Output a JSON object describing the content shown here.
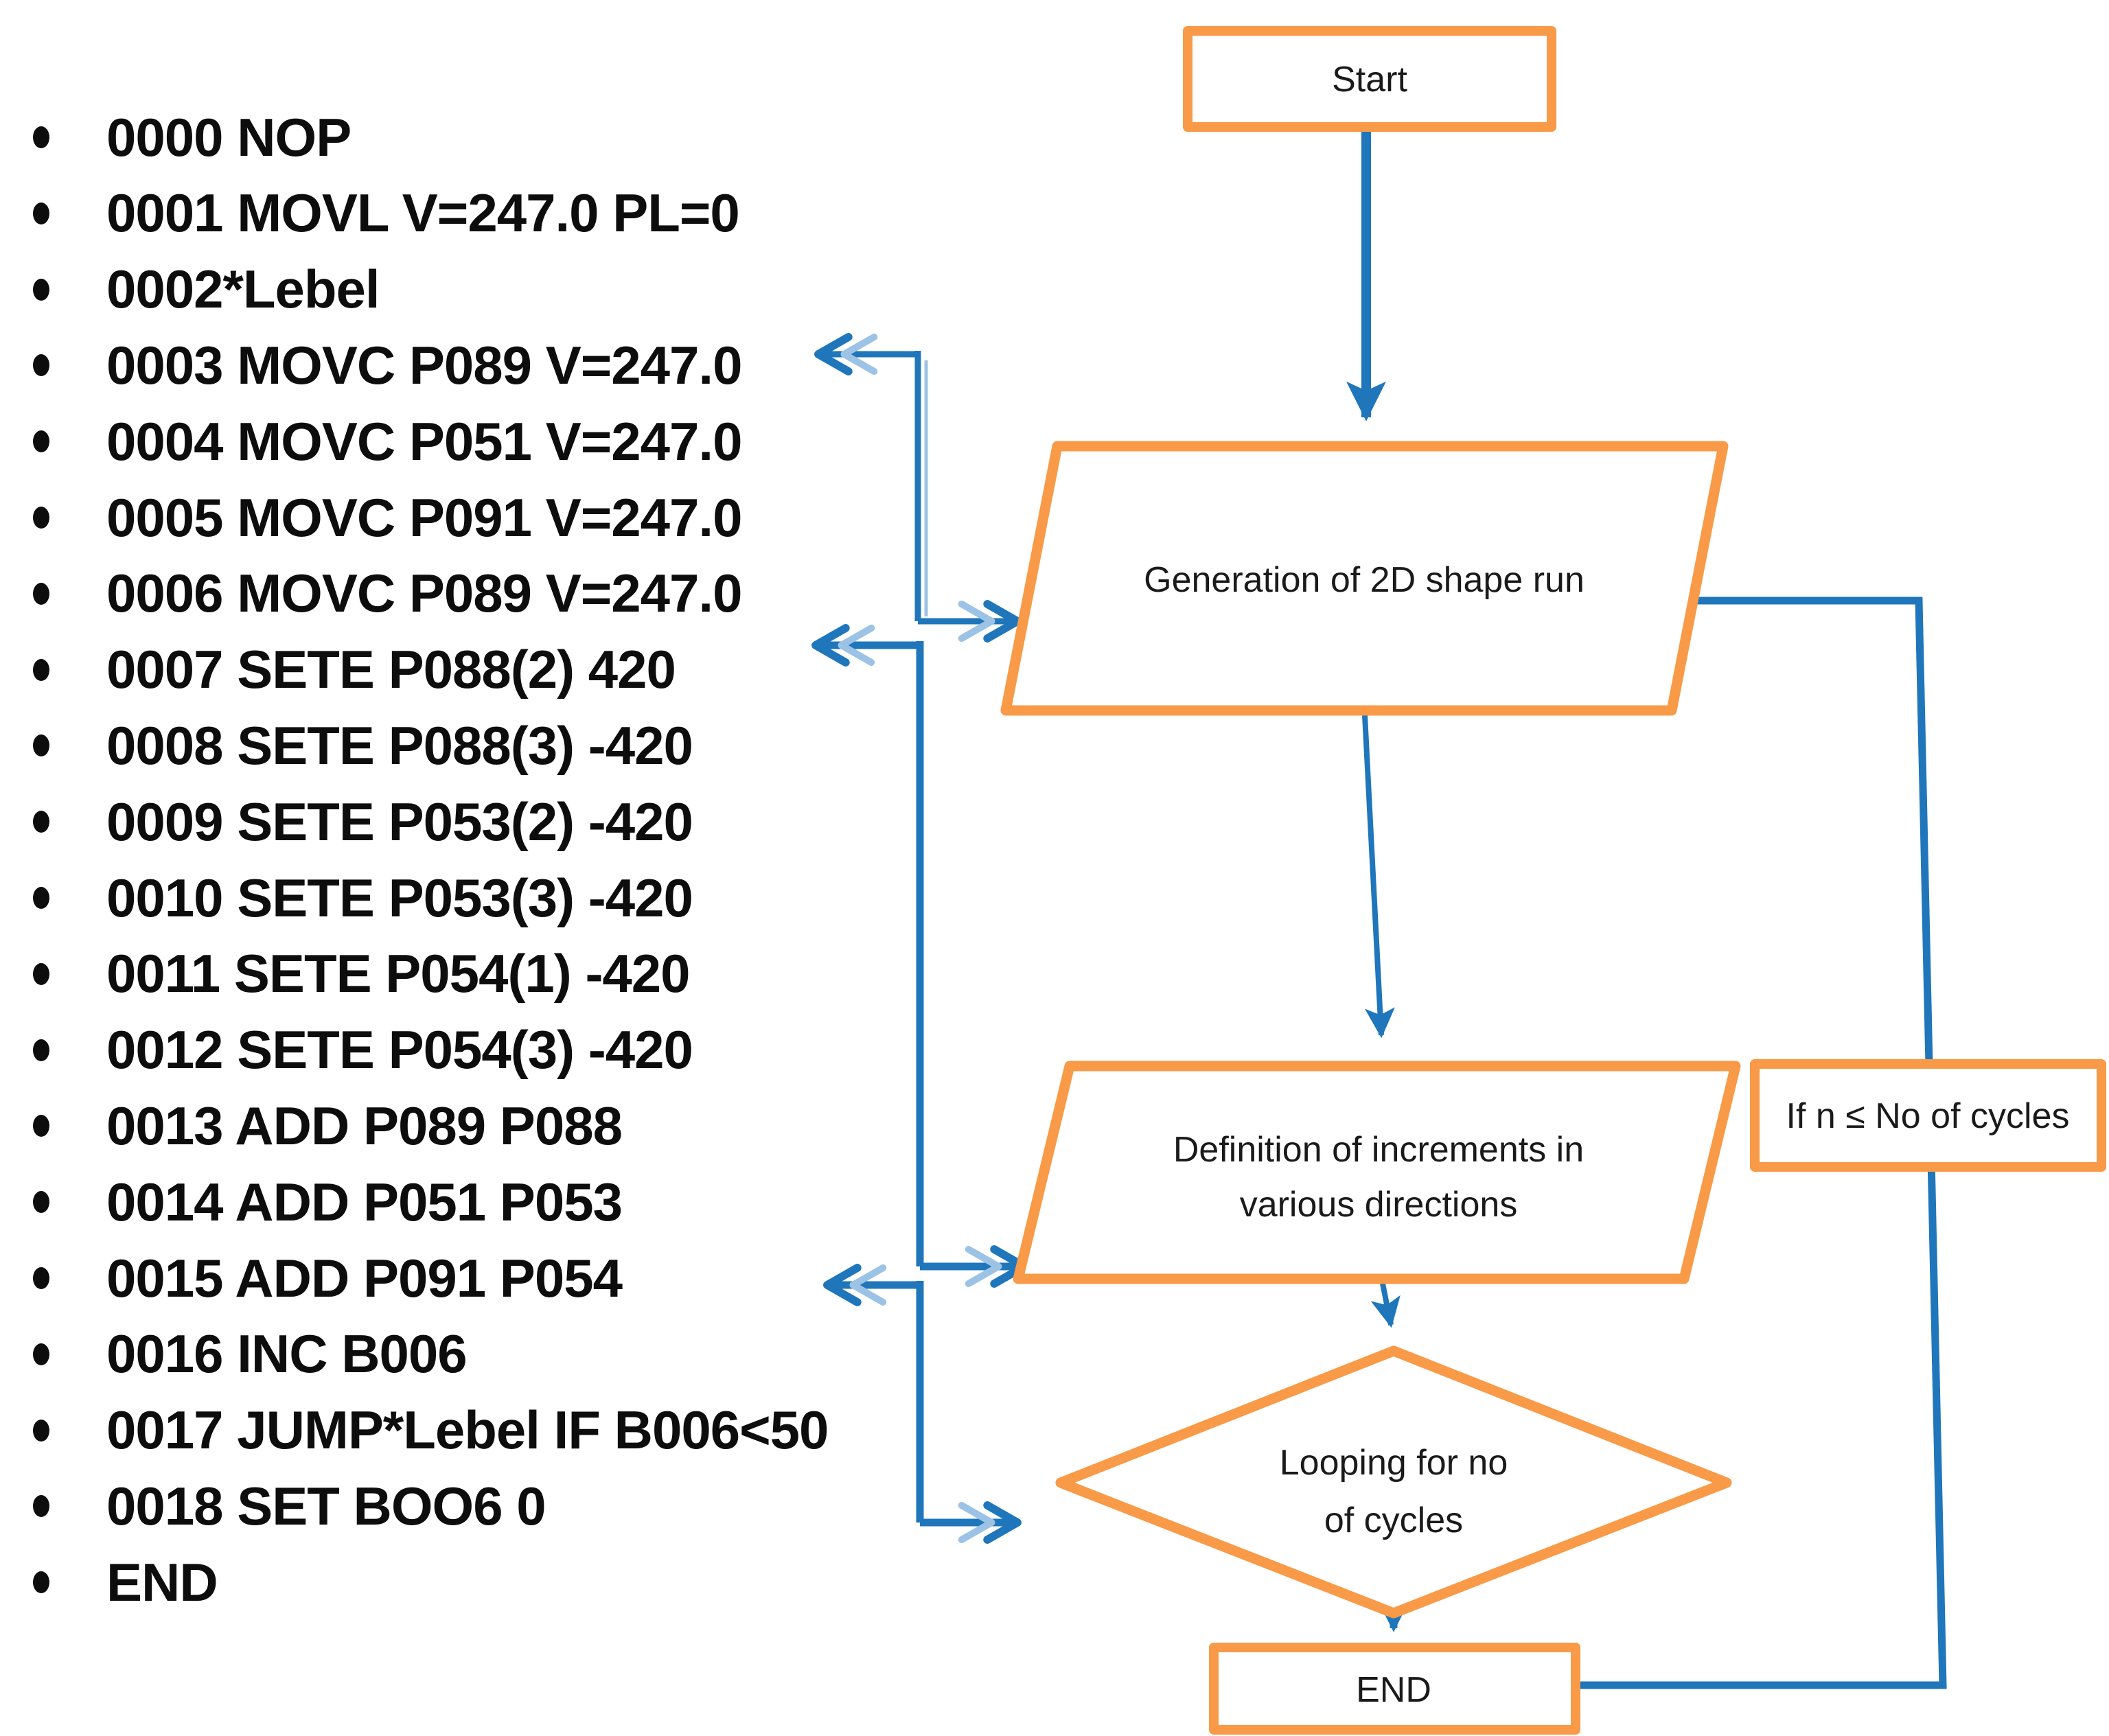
{
  "program_listing": {
    "items": [
      "0000 NOP",
      "0001 MOVL V=247.0 PL=0",
      "0002*Lebel",
      "0003 MOVC P089 V=247.0",
      "0004 MOVC P051 V=247.0",
      "0005 MOVC P091 V=247.0",
      "0006 MOVC P089 V=247.0",
      "0007 SETE P088(2) 420",
      "0008 SETE P088(3) -420",
      "0009 SETE P053(2) -420",
      "0010 SETE P053(3) -420",
      "0011 SETE P054(1) -420",
      "0012 SETE P054(3) -420",
      "0013 ADD P089 P088",
      "0014 ADD P051 P053",
      "0015 ADD P091 P054",
      "0016 INC B006",
      "0017 JUMP*Lebel IF B006<50",
      "0018 SET BOO6 0",
      "END"
    ]
  },
  "flowchart": {
    "start_label": "Start",
    "generation_label": "Generation of 2D shape run",
    "definition_label_line1": "Definition of increments in",
    "definition_label_line2": "various directions",
    "condition_label": "If n ≤ No of cycles",
    "loop_label_line1": "Looping for no",
    "loop_label_line2": "of cycles",
    "end_label": "END"
  },
  "colors": {
    "shape_border": "#F89A47",
    "arrow": "#1F76BB",
    "arrow_light": "#9CC3E5",
    "text": "#1A1A1A",
    "background": "#FFFFFF"
  }
}
